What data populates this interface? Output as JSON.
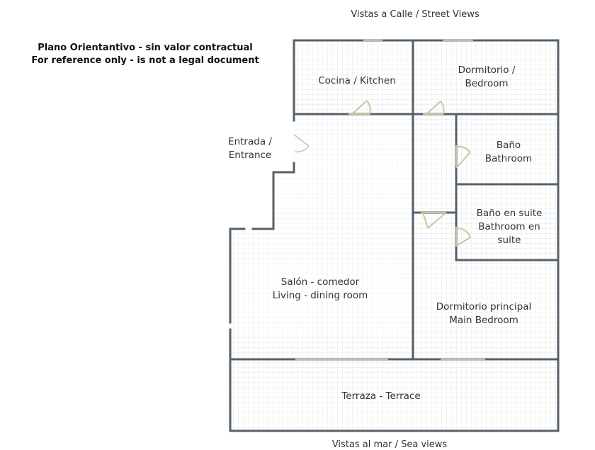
{
  "disclaimer": {
    "line1": "Plano Orientantivo - sin valor contractual",
    "line2": "For reference only - is not a legal document"
  },
  "views": {
    "top": "Vistas a Calle / Street Views",
    "bottom": "Vistas al mar / Sea views"
  },
  "rooms": {
    "kitchen": "Cocina / Kitchen",
    "bedroom_l1": "Dormitorio /",
    "bedroom_l2": "Bedroom",
    "entrance_l1": "Entrada /",
    "entrance_l2": "Entrance",
    "bath_l1": "Baño",
    "bath_l2": "Bathroom",
    "suite_l1": "Baño en suite",
    "suite_l2": "Bathroom en",
    "suite_l3": "suite",
    "living_l1": "Salón - comedor",
    "living_l2": "Living - dining room",
    "main_l1": "Dormitorio principal",
    "main_l2": "Main Bedroom",
    "terrace": "Terraza - Terrace"
  },
  "colors": {
    "wall": "#56606a",
    "grid": "#e4e7ea",
    "door": "#c9c4a0",
    "window": "#b8bcc0"
  }
}
